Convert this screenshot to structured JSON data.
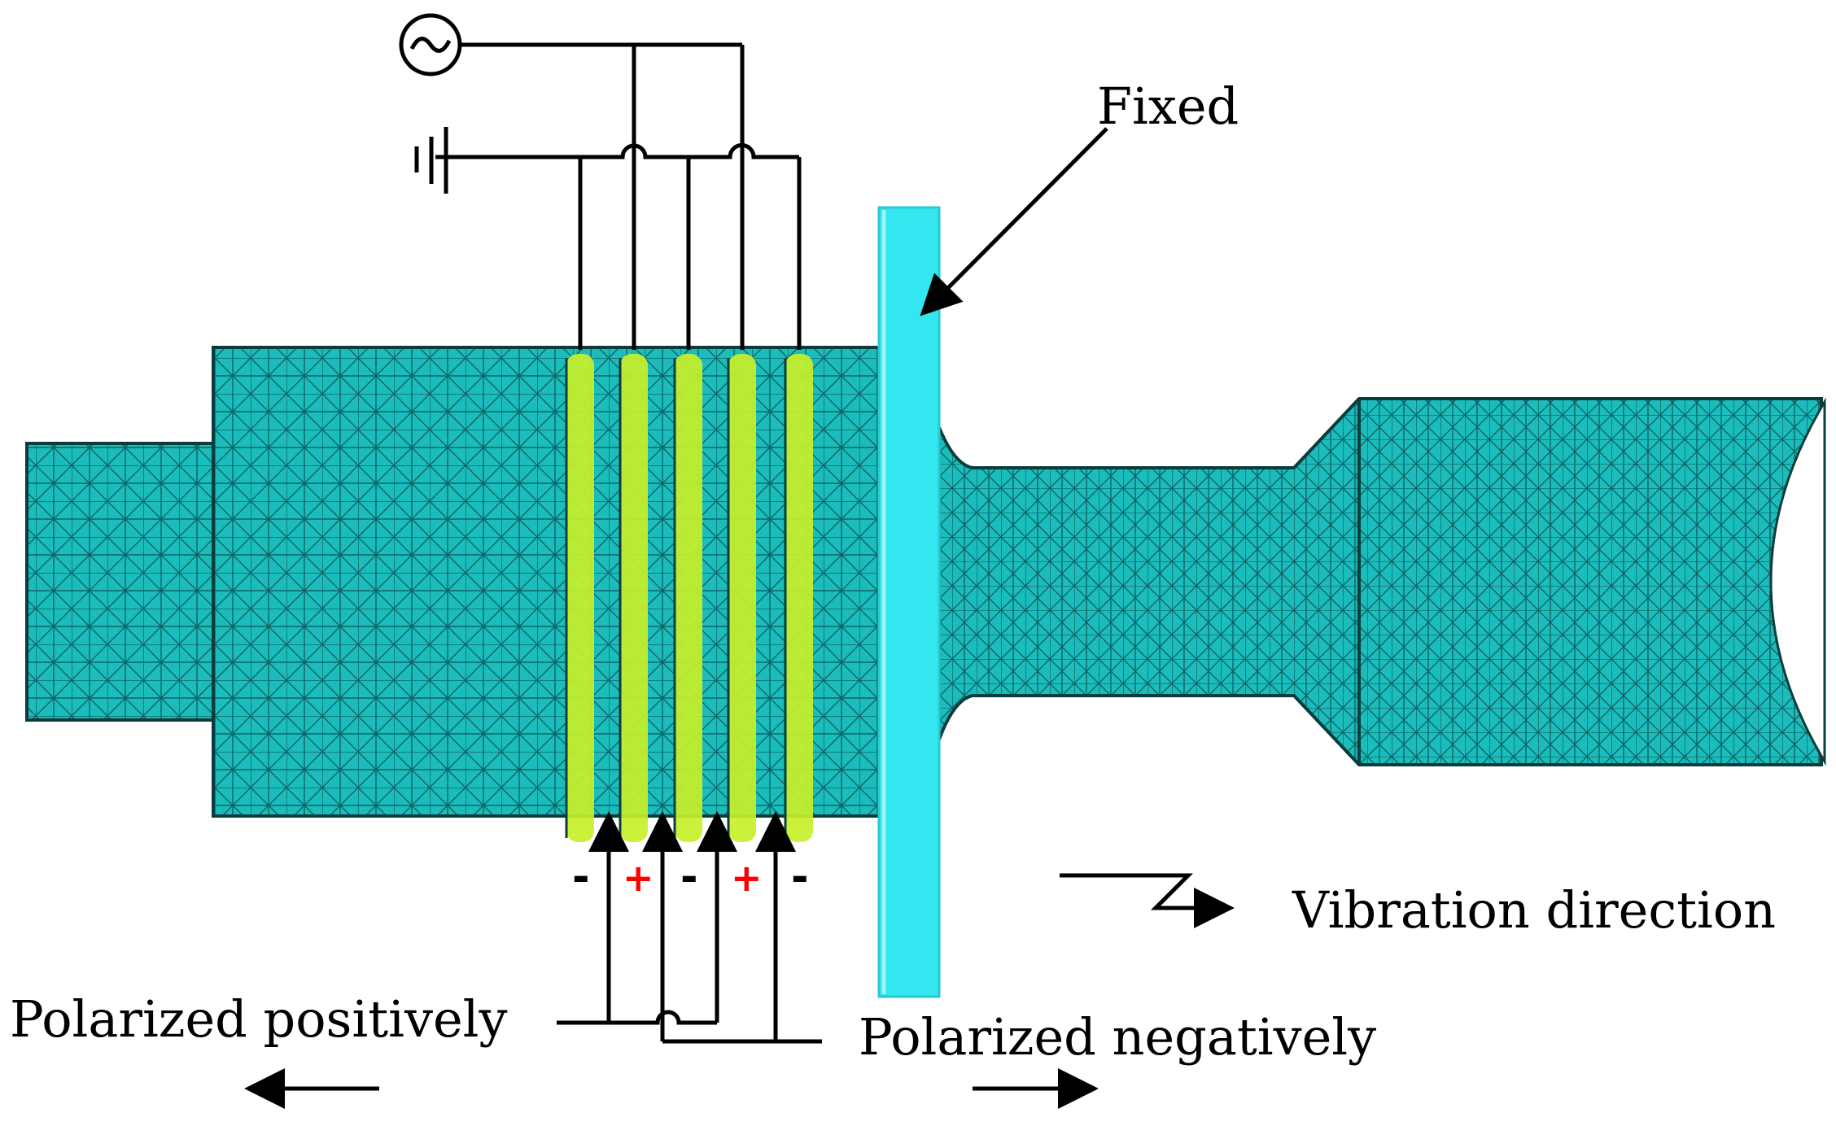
{
  "labels": {
    "fixed": "Fixed",
    "vibration_direction": "Vibration direction",
    "polarized_positively": "Polarized positively",
    "polarized_negatively": "Polarized negatively"
  },
  "polarity_signs": [
    "-",
    "+",
    "-",
    "+",
    "-"
  ],
  "symbols": {
    "ac_source": "ac-source-icon",
    "ground": "ground-icon"
  },
  "colors": {
    "mesh_body": "#1bbcbc",
    "mesh_line": "#0a3c3c",
    "piezo_ring": "#c8f02a",
    "flange": "#33e6ef",
    "negative_sign": "#000000",
    "positive_sign": "#ff0000"
  }
}
